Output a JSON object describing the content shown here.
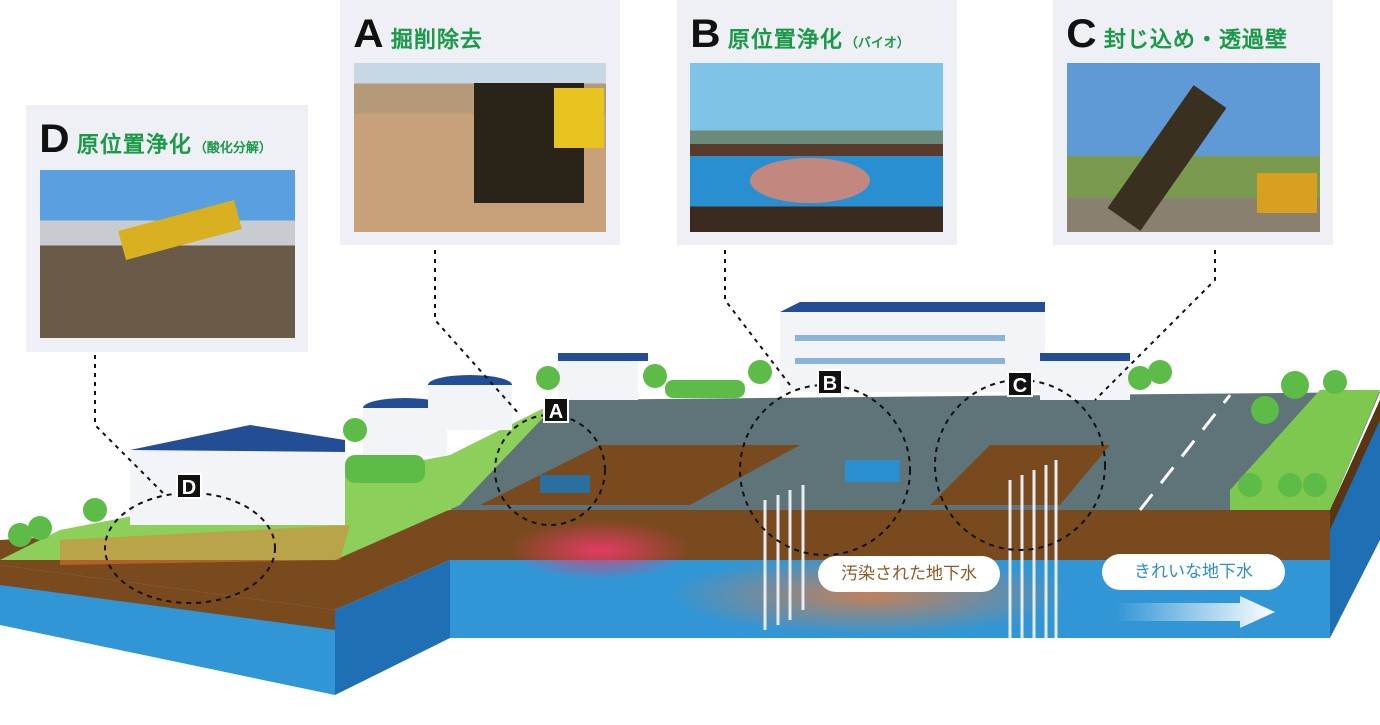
{
  "cards": [
    {
      "id": "A",
      "letter": "A",
      "title": "掘削除去",
      "subtitle": ""
    },
    {
      "id": "B",
      "letter": "B",
      "title": "原位置浄化",
      "subtitle": "（バイオ）"
    },
    {
      "id": "C",
      "letter": "C",
      "title": "封じ込め・透過壁",
      "subtitle": ""
    },
    {
      "id": "D",
      "letter": "D",
      "title": "原位置浄化",
      "subtitle": "（酸化分解）"
    }
  ],
  "markers": [
    "A",
    "B",
    "C",
    "D"
  ],
  "labels": {
    "contaminated": "汚染された地下水",
    "clean": "きれいな地下水"
  },
  "colors": {
    "title_green": "#1a9a48",
    "water": "#2f8fd0",
    "soil": "#7a4a1f",
    "contaminated_text": "#8a5a2a",
    "clean_text": "#2a8fc8"
  }
}
